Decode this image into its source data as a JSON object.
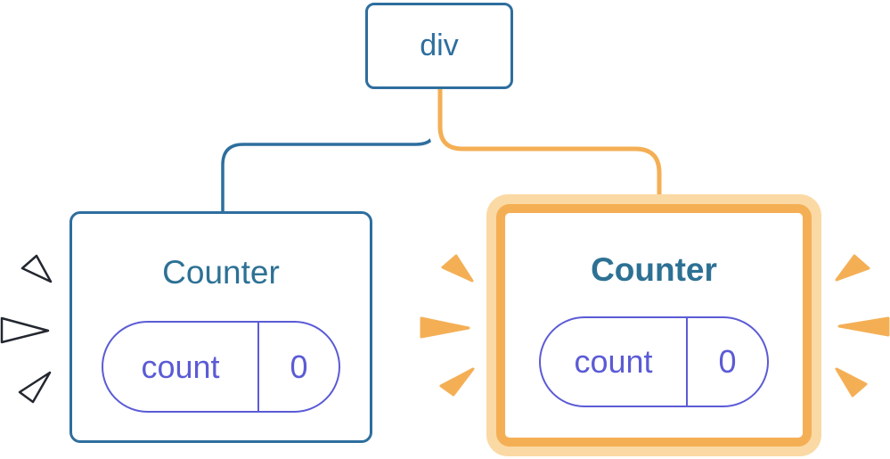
{
  "diagram": {
    "root": {
      "label": "div"
    },
    "children": [
      {
        "id": "counter-left",
        "title": "Counter",
        "highlighted": false,
        "state": {
          "key": "count",
          "value": "0"
        }
      },
      {
        "id": "counter-right",
        "title": "Counter",
        "highlighted": true,
        "state": {
          "key": "count",
          "value": "0"
        }
      }
    ]
  },
  "icons": {
    "left_burst": "sparkle-burst-white",
    "right_burst_inner": "sparkle-burst-orange",
    "right_burst_outer": "sparkle-burst-orange"
  },
  "colors": {
    "blue": "#2E6E9E",
    "title_blue": "#2D7194",
    "purple": "#5B5BD6",
    "orange": "#F4AF55",
    "orange_pale": "#FBD9A4",
    "sparkle_outline": "#23272F",
    "background": "#FFFFFF"
  }
}
